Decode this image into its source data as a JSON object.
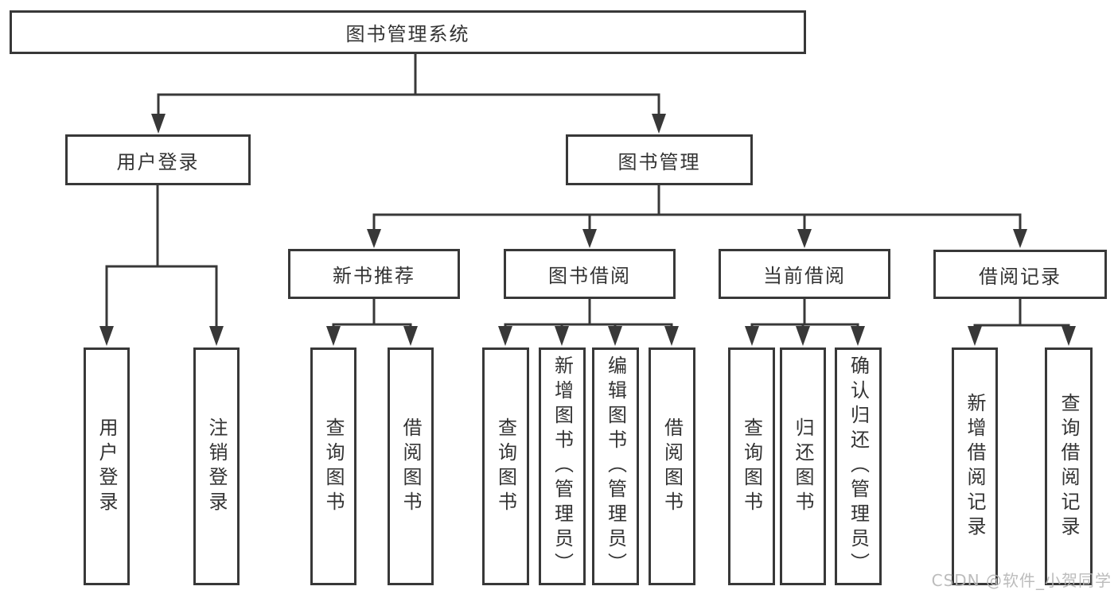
{
  "diagram": {
    "root": {
      "label": "图书管理系统"
    },
    "level2": [
      {
        "label": "用户登录"
      },
      {
        "label": "图书管理"
      }
    ],
    "level3": [
      {
        "label": "新书推荐"
      },
      {
        "label": "图书借阅"
      },
      {
        "label": "当前借阅"
      },
      {
        "label": "借阅记录"
      }
    ],
    "leaves": [
      {
        "label": "用户登录"
      },
      {
        "label": "注销登录"
      },
      {
        "label": "查询图书"
      },
      {
        "label": "借阅图书"
      },
      {
        "label": "查询图书"
      },
      {
        "label": "新增图书（管理员）"
      },
      {
        "label": "编辑图书（管理员）"
      },
      {
        "label": "借阅图书"
      },
      {
        "label": "查询图书"
      },
      {
        "label": "归还图书"
      },
      {
        "label": "确认归还（管理员）"
      },
      {
        "label": "新增借阅记录"
      },
      {
        "label": "查询借阅记录"
      }
    ]
  },
  "watermark": {
    "text": "CSDN @软件_小贺同学"
  },
  "colors": {
    "line": "#383838",
    "text": "#333333",
    "watermark": "#b6b6b6",
    "background": "#ffffff"
  }
}
